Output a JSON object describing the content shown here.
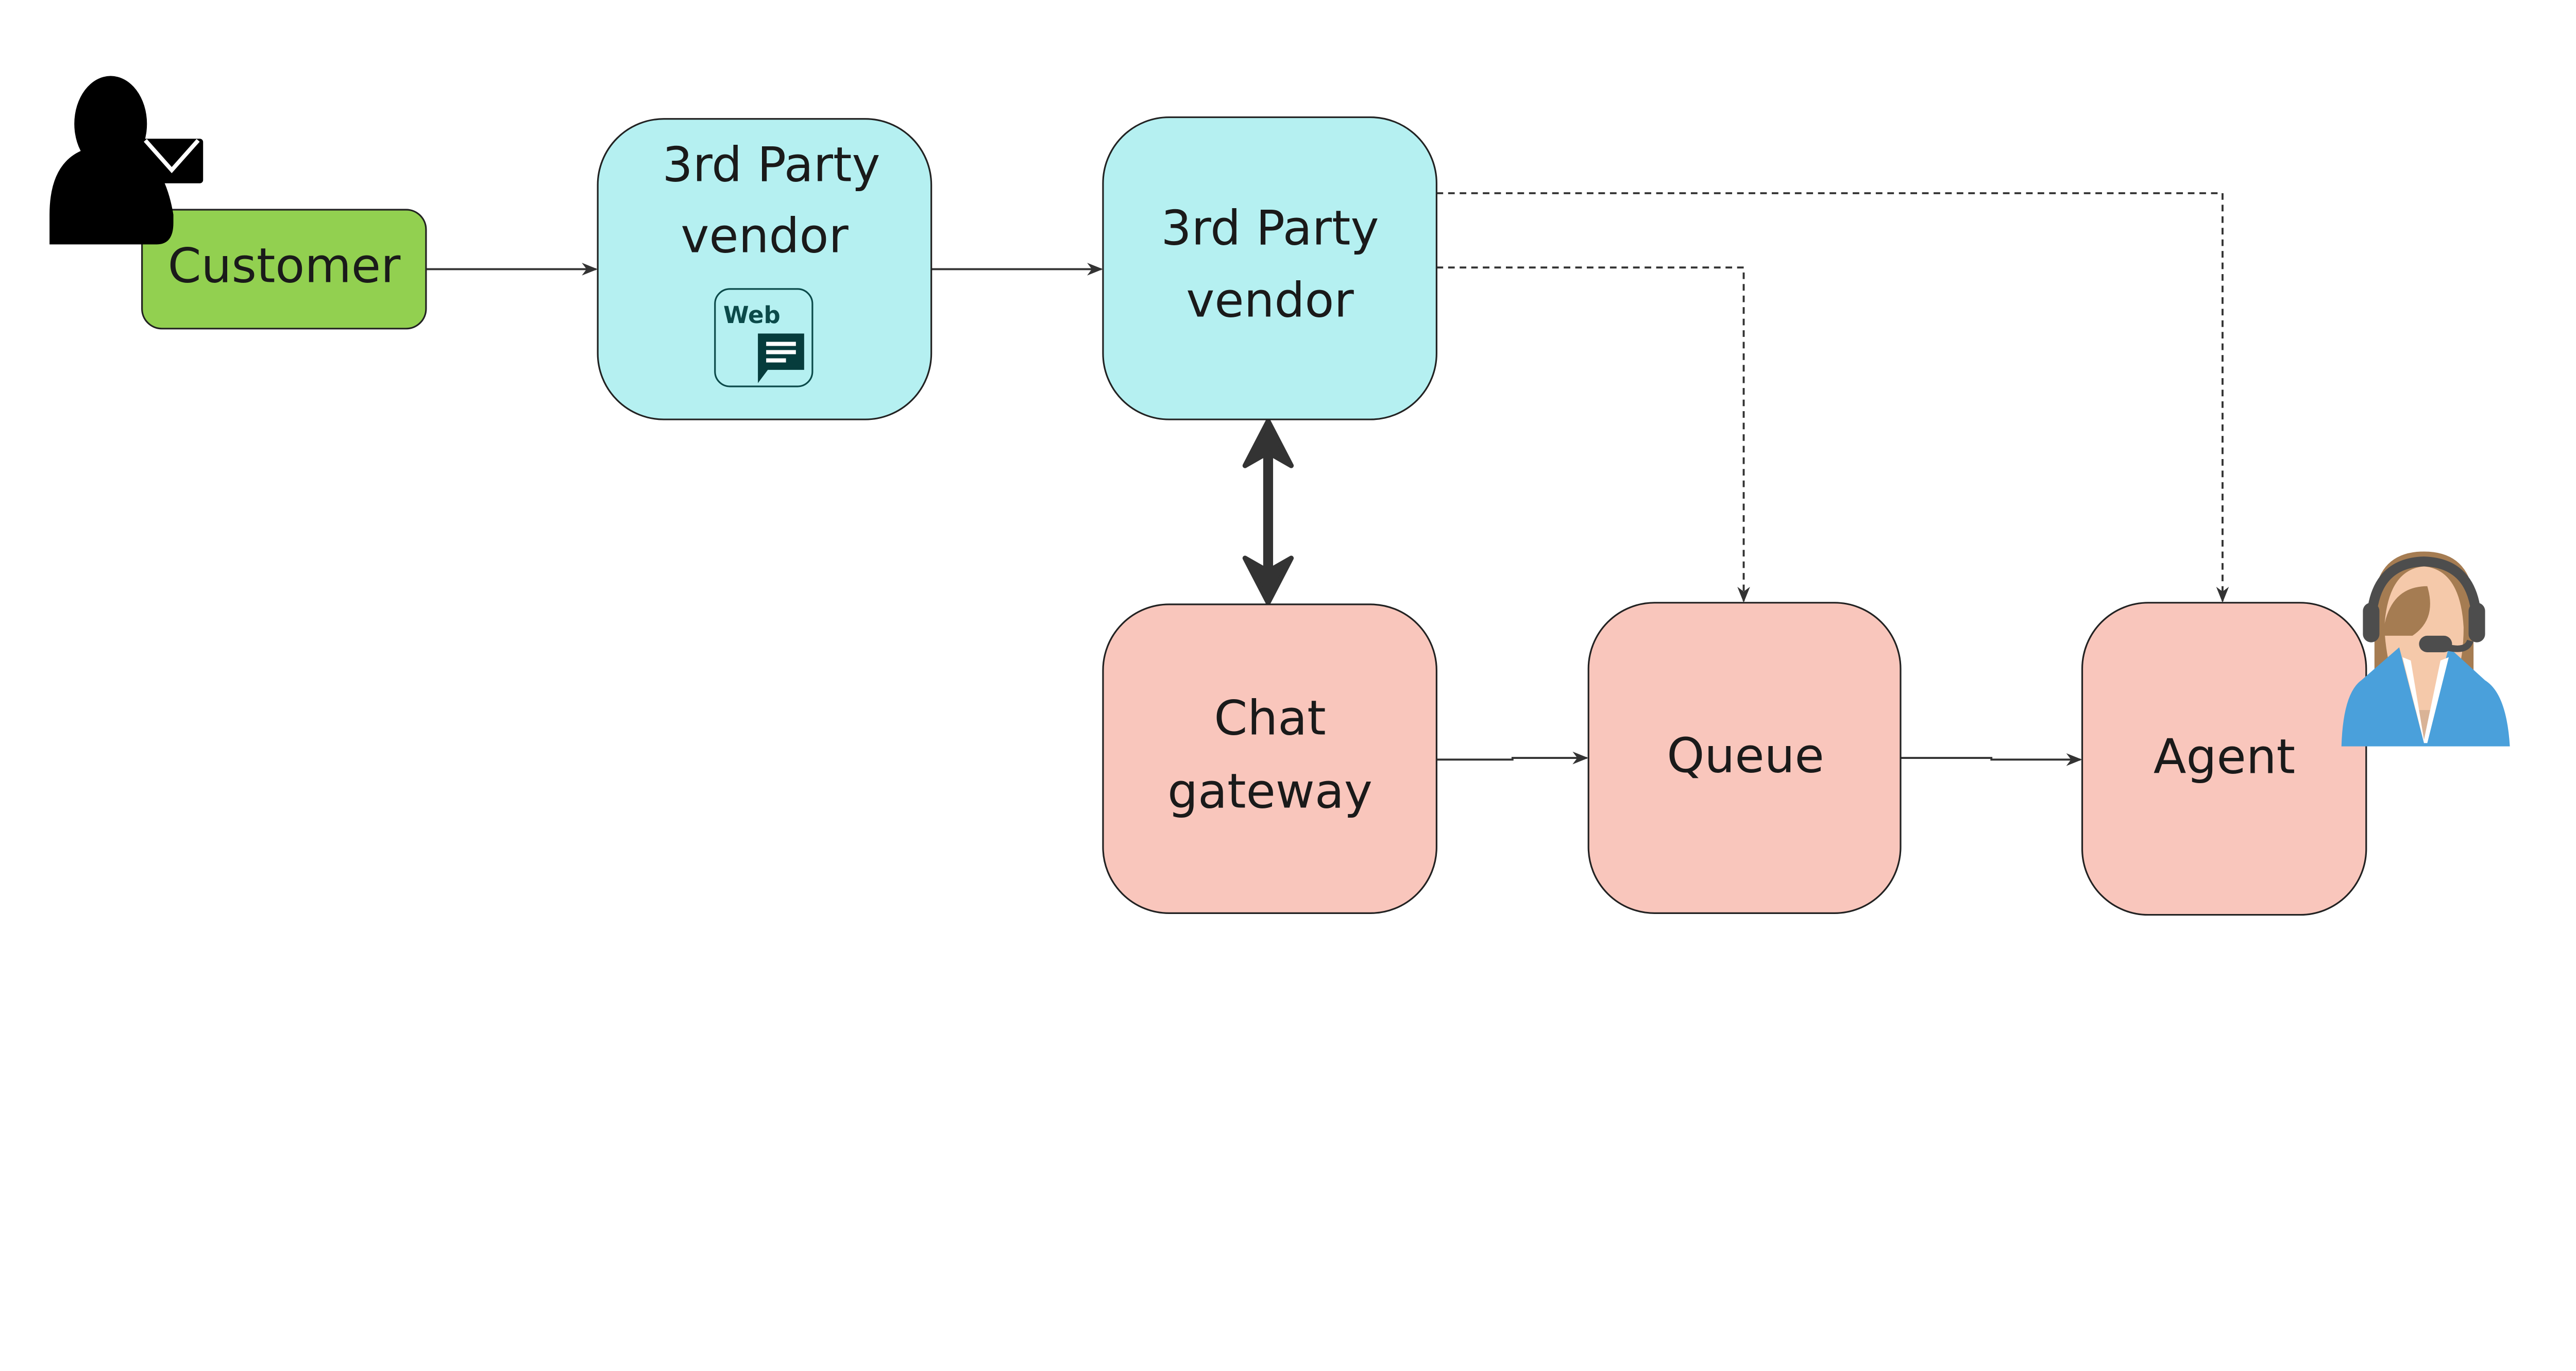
{
  "nodes": {
    "customer": {
      "label": "Customer",
      "color": "#92d050"
    },
    "vendor1": {
      "line1": "3rd Party",
      "line2": "vendor",
      "badge": "Web",
      "color": "#b5f0f1"
    },
    "vendor2": {
      "line1": "3rd Party",
      "line2": "vendor",
      "color": "#b5f0f1"
    },
    "gateway": {
      "line1": "Chat",
      "line2": "gateway",
      "color": "#f9c6bc"
    },
    "queue": {
      "label": "Queue",
      "color": "#f9c6bc"
    },
    "agent": {
      "label": "Agent",
      "color": "#f9c6bc"
    }
  },
  "icons": {
    "customer": "person-with-envelope-icon",
    "vendor1": "web-chat-icon",
    "agent": "call-center-agent-headset-icon"
  },
  "edges": [
    {
      "from": "customer",
      "to": "vendor1",
      "style": "solid"
    },
    {
      "from": "vendor1",
      "to": "vendor2",
      "style": "solid"
    },
    {
      "from": "vendor2",
      "to": "gateway",
      "style": "thick-bidirectional"
    },
    {
      "from": "vendor2",
      "to": "queue",
      "style": "dashed"
    },
    {
      "from": "vendor2",
      "to": "agent",
      "style": "dashed"
    },
    {
      "from": "gateway",
      "to": "queue",
      "style": "solid"
    },
    {
      "from": "queue",
      "to": "agent",
      "style": "solid"
    }
  ]
}
